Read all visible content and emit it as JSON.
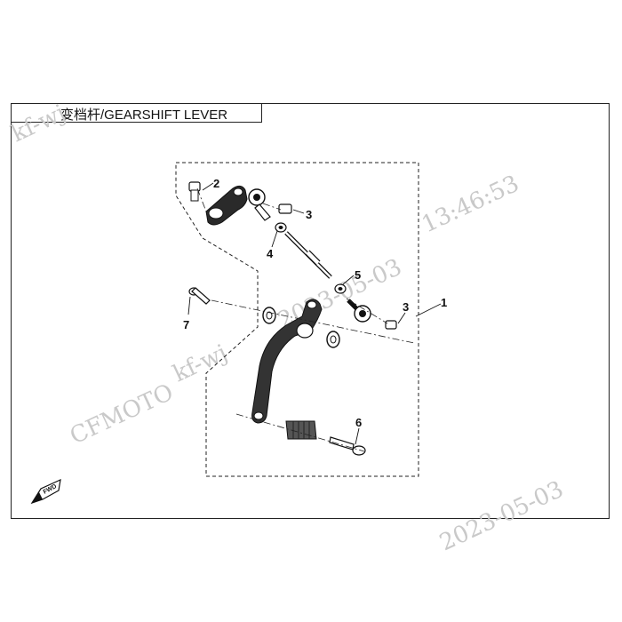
{
  "diagram": {
    "title": "变档杆/GEARSHIFT LEVER",
    "callouts": {
      "c1": "1",
      "c2": "2",
      "c3a": "3",
      "c3b": "3",
      "c4": "4",
      "c5": "5",
      "c6": "6",
      "c7": "7"
    },
    "fwd_label": "FWD"
  },
  "watermark": {
    "w1": "kf-wj",
    "w2": "13:46:53",
    "w3": "2023-05-03",
    "w4": "CFMOTO",
    "w5": "kf-wj",
    "w6": "2023-05-03"
  }
}
